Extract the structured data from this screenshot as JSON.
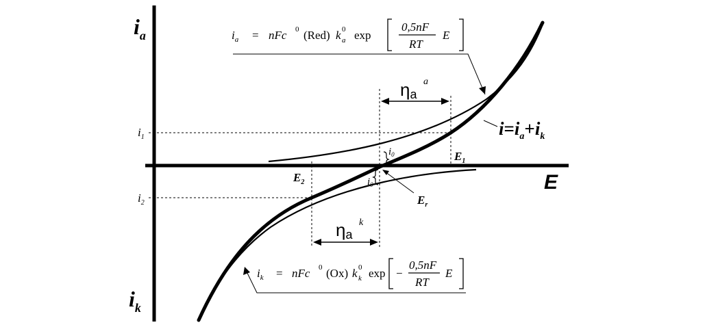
{
  "axes": {
    "y_top": "i",
    "y_top_sub": "a",
    "y_bottom": "i",
    "y_bottom_sub": "k",
    "x": "E"
  },
  "levels": {
    "i1": "i",
    "i1_sub": "1",
    "i2": "i",
    "i2_sub": "2"
  },
  "potentials": {
    "E1": "E",
    "E1_sub": "1",
    "E2": "E",
    "E2_sub": "2",
    "Er": "E",
    "Er_sub": "r"
  },
  "exchange_current": {
    "symbol": "i",
    "sub": "0"
  },
  "overpotentials": {
    "anodic": "η",
    "anodic_sub": "a",
    "anodic_sup": "a",
    "cathodic": "η",
    "cathodic_sub": "a",
    "cathodic_sup": "k"
  },
  "total_current": {
    "i": "i",
    "eq": "=",
    "ia": "i",
    "ia_sub": "a",
    "plus": "+",
    "ik": "i",
    "ik_sub": "k"
  },
  "anodic_formula": {
    "lhs": "i",
    "lhs_sub": "a",
    "eq": "=",
    "coef": "nFc",
    "sup0": "0",
    "species": "(Red)",
    "k": "k",
    "k_sub": "a",
    "k_sup": "0",
    "exp": "exp",
    "frac_num": "0,5nF",
    "frac_den": "RT",
    "var": "E"
  },
  "cathodic_formula": {
    "lhs": "i",
    "lhs_sub": "k",
    "eq": "=",
    "coef": "nFc",
    "sup0": "0",
    "species": "(Ox)",
    "k": "k",
    "k_sub": "k",
    "k_sup": "0",
    "exp": "exp",
    "minus": "−",
    "frac_num": "0,5nF",
    "frac_den": "RT",
    "var": "E"
  }
}
